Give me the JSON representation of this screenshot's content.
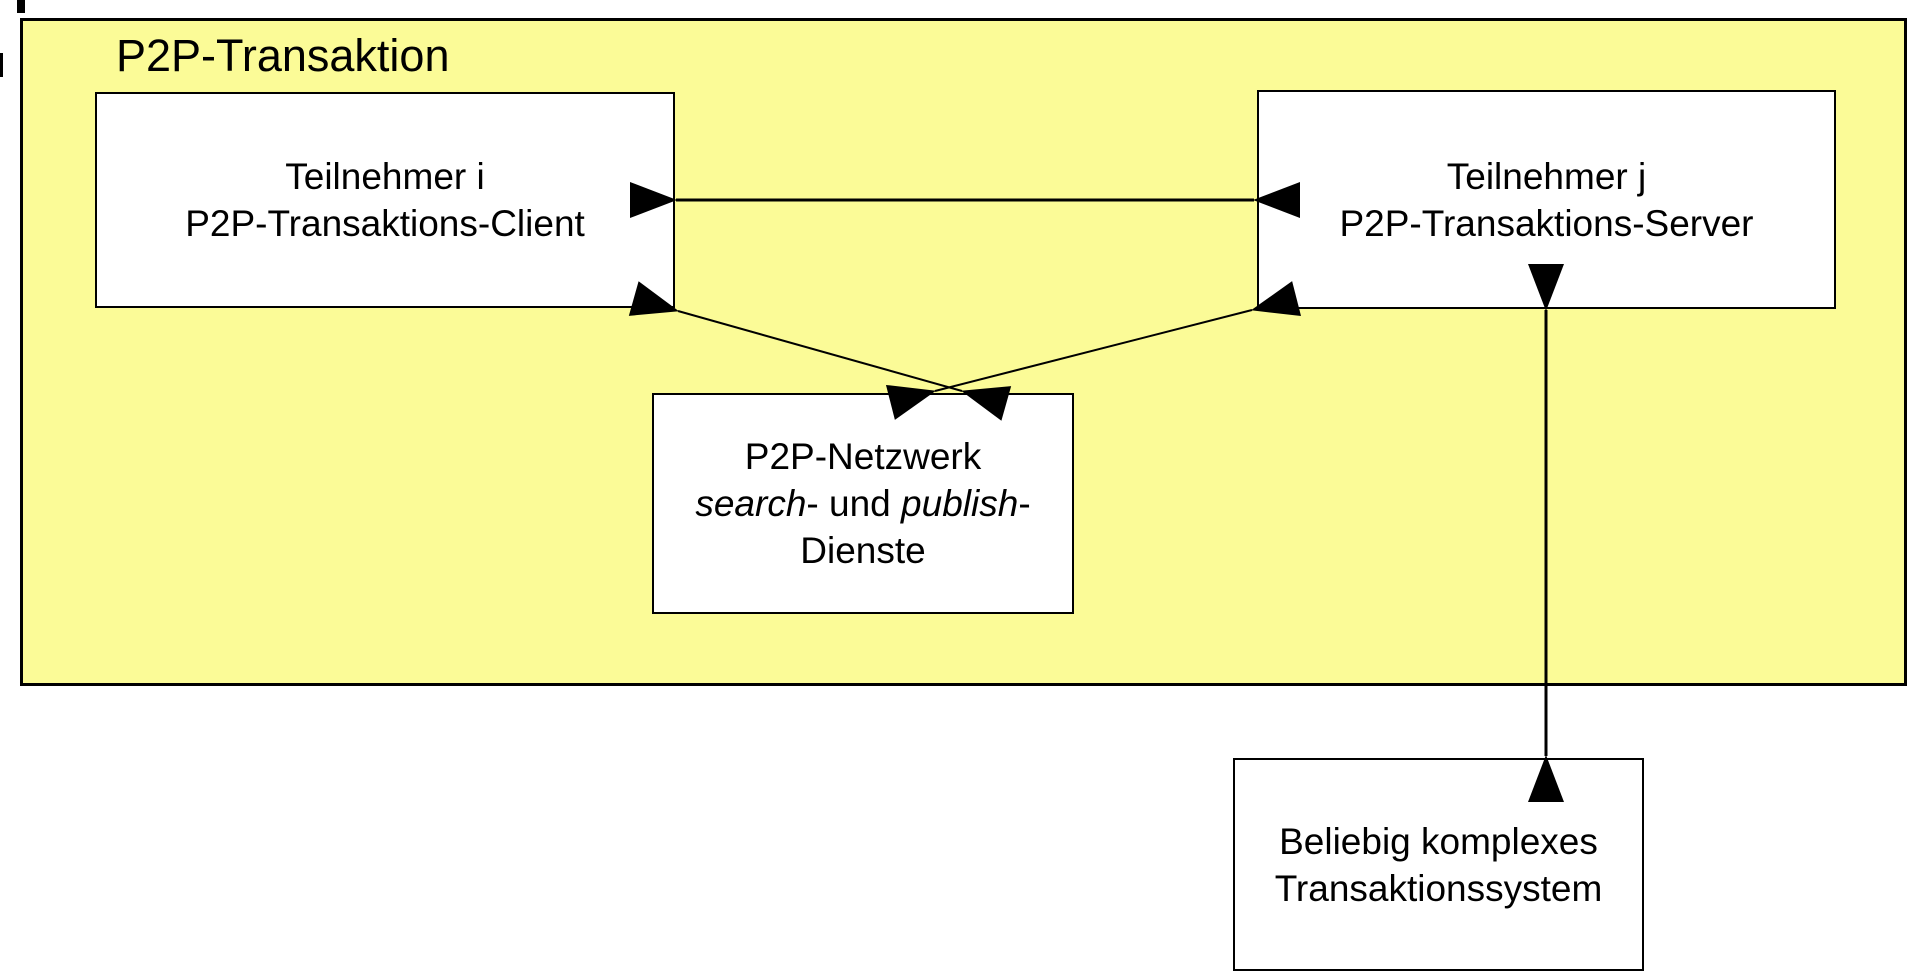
{
  "title": {
    "label": "P2P-Transaktion"
  },
  "nodes": {
    "client": {
      "line1": "Teilnehmer i",
      "line2": "P2P-Transaktions-Client"
    },
    "server": {
      "line1": "Teilnehmer j",
      "line2": "P2P-Transaktions-Server"
    },
    "network": {
      "line1": "P2P-Netzwerk",
      "line2_segments": [
        {
          "text": "search",
          "italic": true
        },
        {
          "text": "- und ",
          "italic": false
        },
        {
          "text": "publish",
          "italic": true
        },
        {
          "text": "-Dienste",
          "italic": false
        }
      ]
    },
    "transaction_system": {
      "line1": "Beliebig komplexes",
      "line2": "Transaktionssystem"
    }
  },
  "connections": [
    {
      "from": "client",
      "to": "server",
      "bidirectional": true
    },
    {
      "from": "client",
      "to": "network",
      "bidirectional": true
    },
    {
      "from": "server",
      "to": "network",
      "bidirectional": true
    },
    {
      "from": "server",
      "to": "transaction_system",
      "bidirectional": true
    }
  ],
  "colors": {
    "boundary_fill": "#FBFB97",
    "node_fill": "#FFFFFF",
    "line": "#000000",
    "text": "#000000",
    "background": "#FFFFFF"
  }
}
